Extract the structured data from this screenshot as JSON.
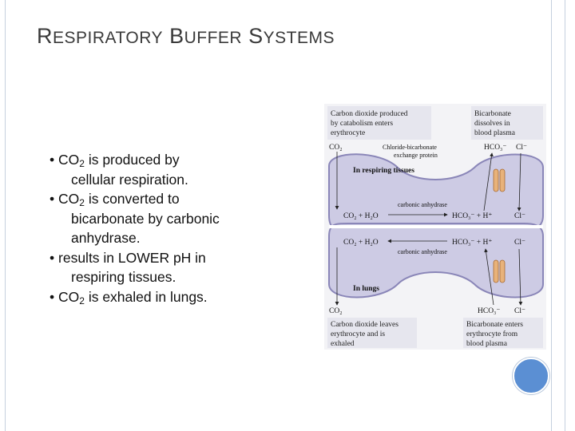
{
  "slide": {
    "title": {
      "w1_first": "R",
      "w1_rest": "ESPIRATORY",
      "w2_first": "B",
      "w2_rest": "UFFER",
      "w3_first": "S",
      "w3_rest": "YSTEMS"
    },
    "bullets": [
      {
        "mark": "•",
        "prefix": "CO",
        "sub": "2",
        "rest": " is produced by",
        "cont": "cellular respiration."
      },
      {
        "mark": "•",
        "prefix": "CO",
        "sub": "2",
        "rest": " is converted to",
        "cont1": "bicarbonate by carbonic",
        "cont2": "anhydrase."
      },
      {
        "mark": "•",
        "text": "results in LOWER pH in",
        "cont": "respiring tissues."
      },
      {
        "mark": "•",
        "prefix": "CO",
        "sub": "2",
        "rest": " is exhaled in lungs."
      }
    ]
  },
  "diagram": {
    "caption_top_left": [
      "Carbon dioxide produced",
      "by catabolism enters",
      "erythrocyte"
    ],
    "caption_top_right": [
      "Bicarbonate",
      "dissolves in",
      "blood plasma"
    ],
    "caption_bottom_left": [
      "Carbon dioxide leaves",
      "erythrocyte and is",
      "exhaled"
    ],
    "caption_bottom_right": [
      "Bicarbonate enters",
      "erythrocyte from",
      "blood plasma"
    ],
    "top_co2": "CO₂",
    "top_hco3": "HCO₃⁻",
    "top_cl": "Cl⁻",
    "exchange_protein": [
      "Chloride-bicarbonate",
      "exchange protein"
    ],
    "respiring_label": "In respiring tissues",
    "lungs_label": "In lungs",
    "enzyme_top": "carbonic anhydrase",
    "enzyme_bottom": "carbonic anhydrase",
    "reaction_left": "CO₂ + H₂O",
    "reaction_right": "HCO₃⁻ + H⁺",
    "cl_inner": "Cl⁻",
    "bottom_co2": "CO₂",
    "bottom_hco3": "HCO₃⁻",
    "bottom_cl": "Cl⁻"
  },
  "colors": {
    "cell_fill": "#cdcbe4",
    "cell_outline": "#8a86b8",
    "caption_bg": "#e6e6ee",
    "protein": "#e8b27a",
    "corner_circle": "#5b8fd3"
  }
}
